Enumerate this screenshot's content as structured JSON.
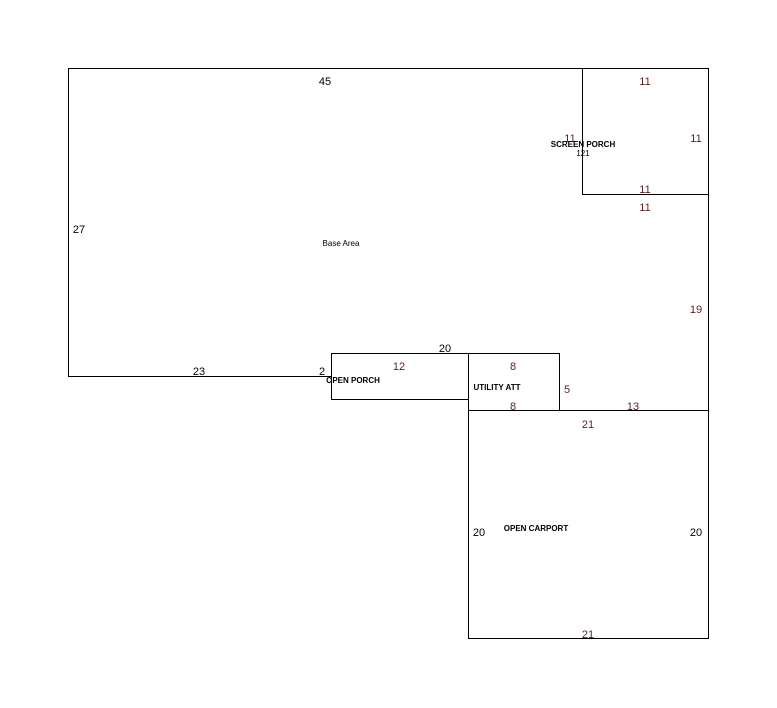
{
  "diagram": {
    "areas": {
      "base_area": {
        "label": "Base Area",
        "dims": {
          "top": "45",
          "left": "27",
          "bottom_left": "23",
          "bottom_step": "2",
          "right": "19",
          "right_lower": "13",
          "notch_top": "11"
        }
      },
      "screen_porch": {
        "label": "SCREEN PORCH",
        "sqft": "121",
        "dims": {
          "top": "11",
          "left": "11",
          "right": "11",
          "bottom": "11"
        }
      },
      "open_porch": {
        "label": "OPEN PORCH",
        "dims": {
          "top": "20",
          "inner_top": "12"
        }
      },
      "utility": {
        "label": "UTILITY ATT",
        "dims": {
          "top": "8",
          "bottom": "8",
          "right": "5"
        }
      },
      "open_carport": {
        "label": "OPEN CARPORT",
        "dims": {
          "top": "21",
          "bottom": "21",
          "left": "20",
          "right": "20"
        }
      }
    },
    "colors": {
      "line": "#000000",
      "text": "#000000",
      "alt_dim_text": "#5a1f1f",
      "background": "#ffffff"
    }
  }
}
